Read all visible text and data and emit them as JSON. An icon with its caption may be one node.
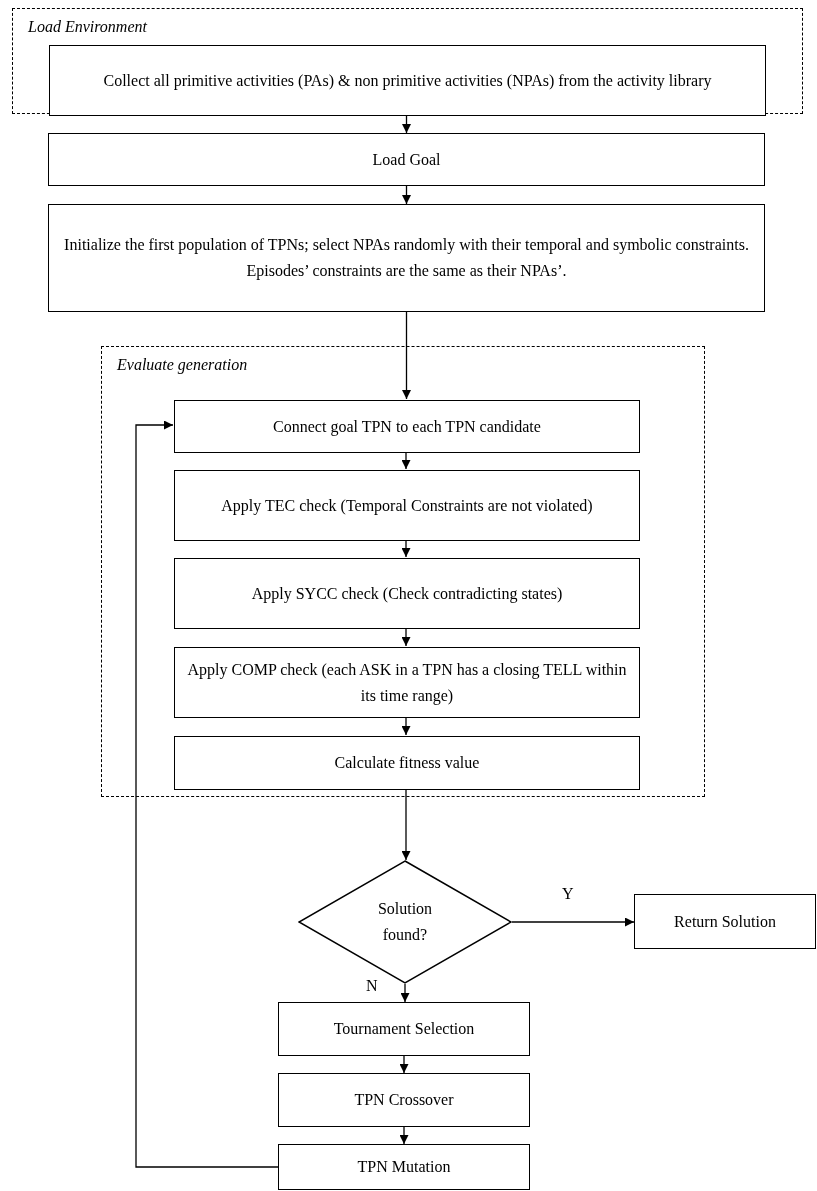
{
  "diagram": {
    "nodes": [
      {
        "text": [
          "Load Environment"
        ]
      },
      {
        "text": [
          "Collect all primitive activities (PAs) & non primitive activities (NPAs) from the activity library"
        ],
        "in": 0
      },
      {
        "text": [
          "Load Goal"
        ]
      },
      {
        "text": [
          "Initialize the first population of TPNs; select NPAs randomly with their temporal and symbolic constraints. Episodes’ constraints are the same as their NPAs’."
        ]
      },
      {
        "text": [
          "Evaluate generation"
        ]
      },
      {
        "text": [
          "Connect goal TPN to each TPN candidate"
        ],
        "in": 4
      },
      {
        "text": [
          "Apply TEC check (Temporal Constraints are not violated)"
        ],
        "in": 4
      },
      {
        "text": [
          "Apply SYCC check (Check contradicting states)"
        ],
        "in": 4
      },
      {
        "text": [
          "Apply COMP check (each ASK in a TPN has a closing TELL within its time range)"
        ],
        "in": 4
      },
      {
        "text": [
          "Calculate fitness value"
        ],
        "in": 4
      },
      {
        "text": [
          "Solution found?"
        ]
      },
      {
        "text": [
          "Return Solution"
        ]
      },
      {
        "text": [
          "Tournament Selection"
        ]
      },
      {
        "text": [
          "TPN Crossover"
        ]
      },
      {
        "text": [
          "TPN Mutation"
        ]
      }
    ],
    "edges": [
      {
        "from": 1,
        "to": 2,
        "arrow": "to"
      },
      {
        "from": 2,
        "to": 3,
        "arrow": "to"
      },
      {
        "from": 3,
        "to": 5,
        "arrow": "to"
      },
      {
        "from": 5,
        "to": 6,
        "arrow": "to"
      },
      {
        "from": 6,
        "to": 7,
        "arrow": "to"
      },
      {
        "from": 7,
        "to": 8,
        "arrow": "to"
      },
      {
        "from": 8,
        "to": 9,
        "arrow": "to"
      },
      {
        "from": 9,
        "to": 10,
        "arrow": "to"
      },
      {
        "from": 10,
        "to": 11,
        "arrow": "to",
        "label": "Y"
      },
      {
        "from": 10,
        "to": 12,
        "arrow": "to",
        "label": "N"
      },
      {
        "from": 12,
        "to": 13,
        "arrow": "to"
      },
      {
        "from": 13,
        "to": 14,
        "arrow": "to"
      },
      {
        "from": 14,
        "to": 5,
        "arrow": "to"
      }
    ]
  }
}
